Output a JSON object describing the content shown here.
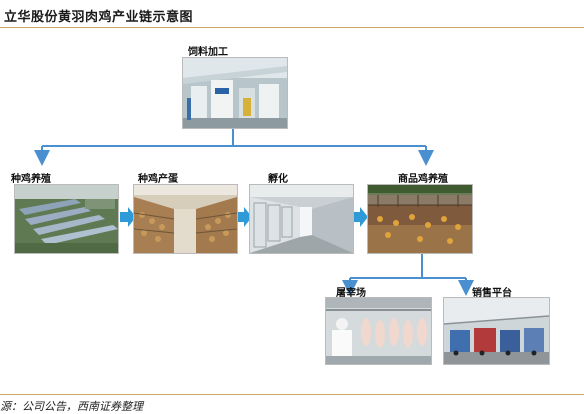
{
  "title": "立华股份黄羽肉鸡产业链示意图",
  "source": "源：公司公告，西南证券整理",
  "nodes": {
    "feed": "饲料加工",
    "breeder": "种鸡养殖",
    "eggs": "种鸡产蛋",
    "hatch": "孵化",
    "broiler": "商品鸡养殖",
    "slaughter": "屠宰场",
    "sales": "销售平台"
  },
  "colors": {
    "arrow": "#4a8fd0",
    "rule": "#c9a964"
  }
}
